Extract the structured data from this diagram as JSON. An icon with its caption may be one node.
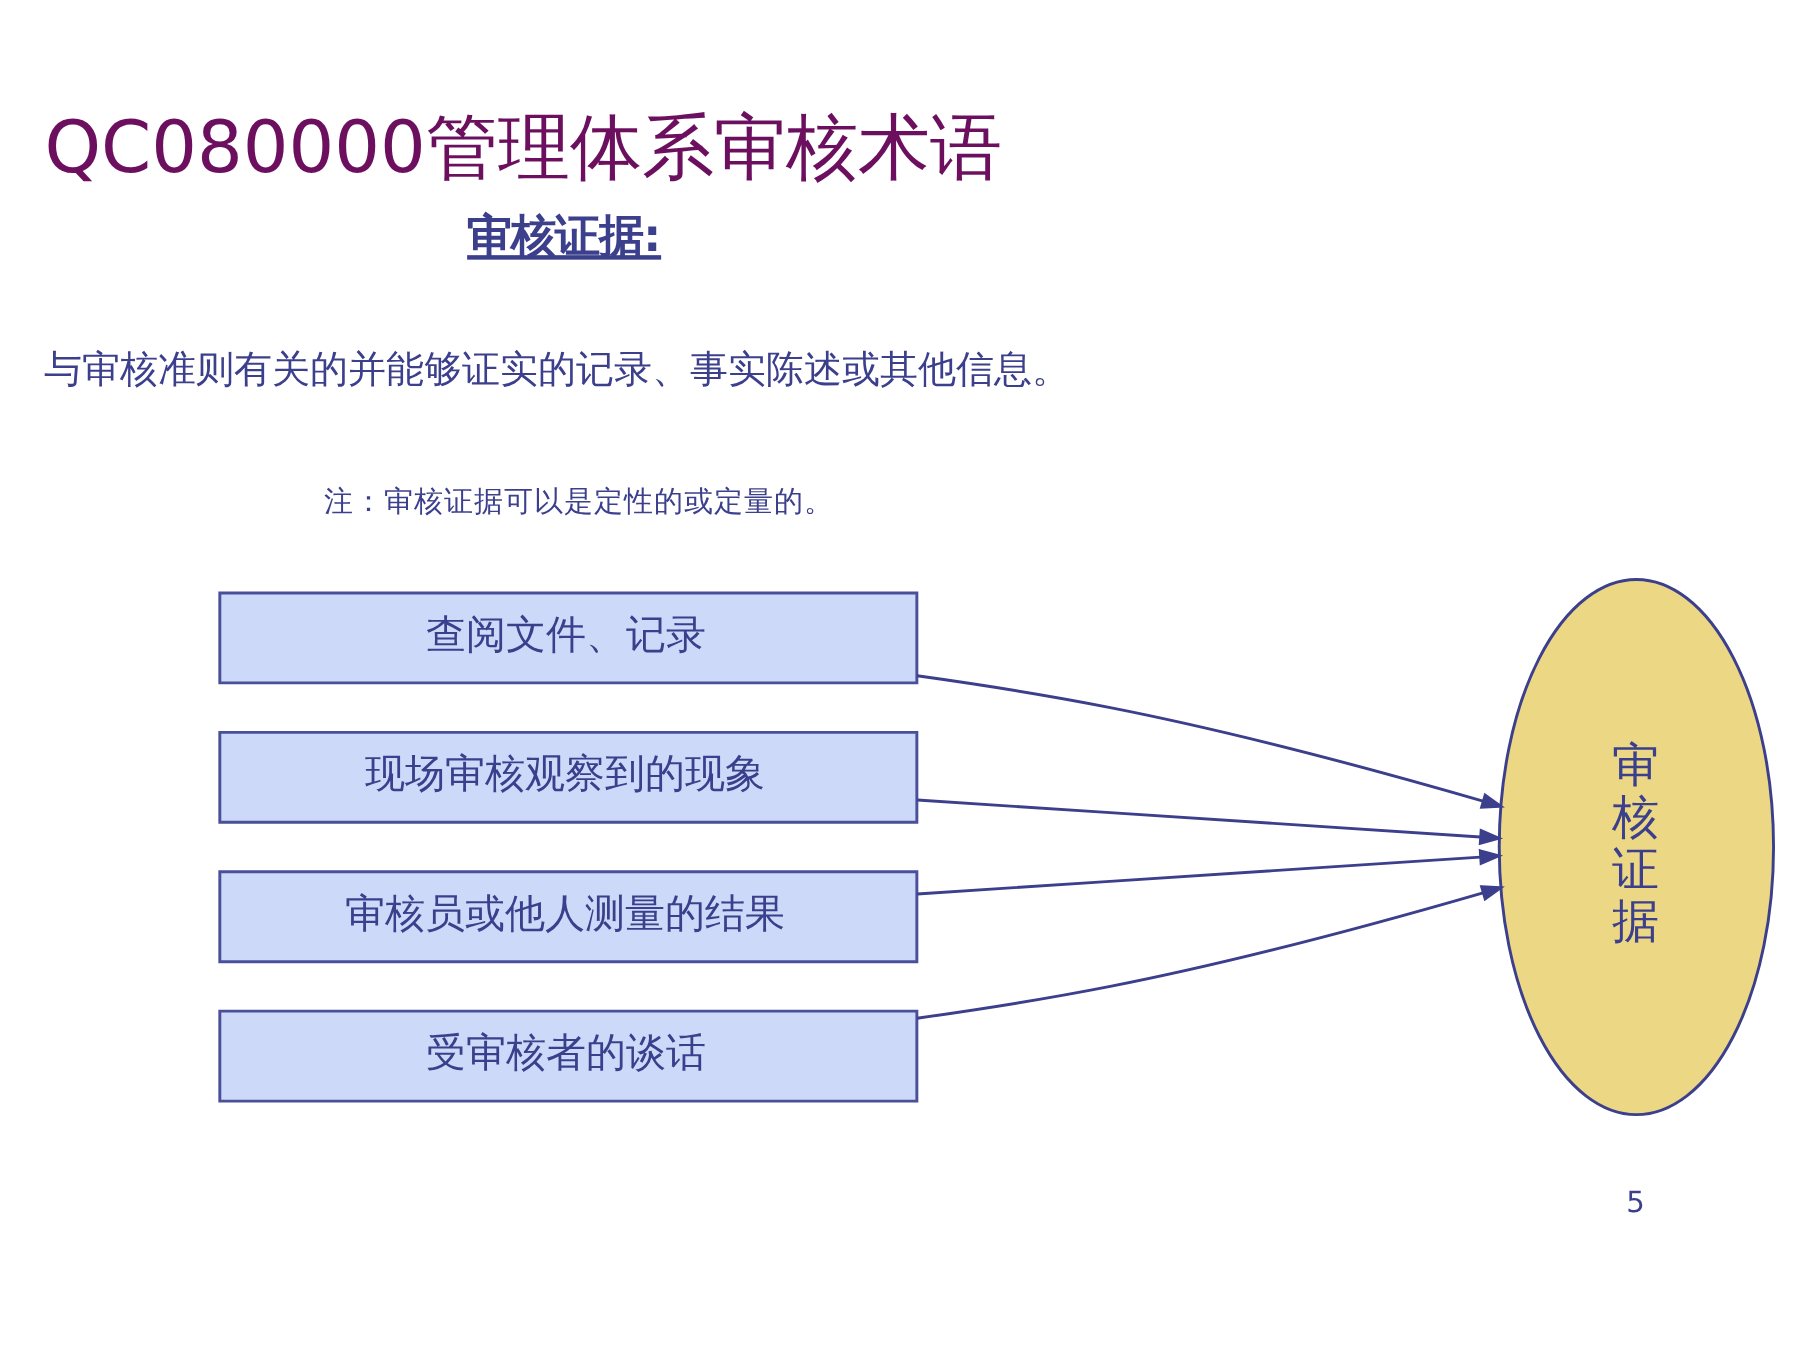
{
  "diagram": {
    "title": "QC080000管理体系审核术语",
    "nodes": [
      {
        "text": [
          "查阅文件、记录"
        ]
      },
      {
        "text": [
          "现场审核观察到的现象"
        ]
      },
      {
        "text": [
          "审核员或他人测量的结果"
        ]
      },
      {
        "text": [
          "受审核者的谈话"
        ]
      },
      {
        "text": [
          "审核证据"
        ]
      }
    ],
    "edges": [
      {
        "from": 0,
        "to": 4,
        "arrow": "to"
      },
      {
        "from": 1,
        "to": 4,
        "arrow": "to"
      },
      {
        "from": 2,
        "to": 4,
        "arrow": "to"
      },
      {
        "from": 3,
        "to": 4,
        "arrow": "to"
      }
    ],
    "labels": [
      "审核证据:",
      "与审核准则有关的并能够证实的记录、事实陈述或其他信息。",
      "注：审核证据可以是定性的或定量的。",
      "5"
    ]
  }
}
